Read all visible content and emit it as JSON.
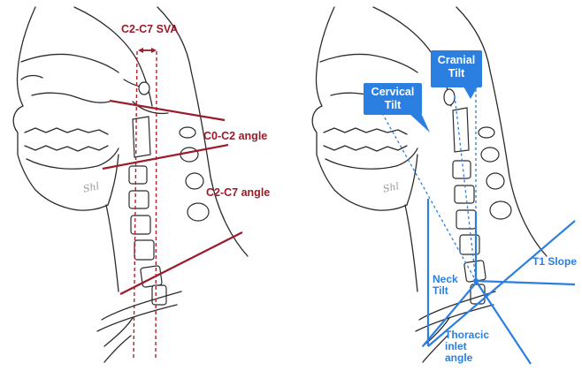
{
  "left_panel": {
    "labels": {
      "sva": "C2-C7 SVA",
      "c0c2": "C0-C2 angle",
      "c2c7": "C2-C7 angle"
    },
    "signature": "Shl"
  },
  "right_panel": {
    "callouts": {
      "cranial_line1": "Cranial",
      "cranial_line2": "Tilt",
      "cervical_line1": "Cervical",
      "cervical_line2": "Tilt"
    },
    "labels": {
      "t1_slope": "T1 Slope",
      "neck_line1": "Neck",
      "neck_line2": "Tilt",
      "thoracic_line1": "Thoracic",
      "thoracic_line2": "inlet",
      "thoracic_line3": "angle"
    },
    "signature": "Shl"
  },
  "colors": {
    "red": "#9b1b2a",
    "blue": "#2a7fe0",
    "sketch": "#2b2b2b"
  }
}
